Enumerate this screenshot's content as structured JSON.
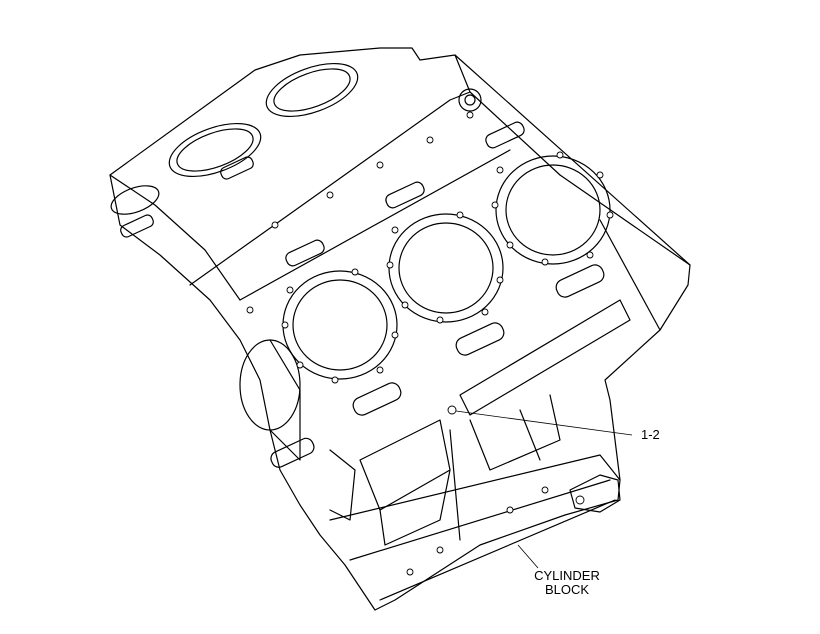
{
  "callout": {
    "label": "1-2"
  },
  "part": {
    "line1": "CYLINDER",
    "line2": "BLOCK"
  }
}
